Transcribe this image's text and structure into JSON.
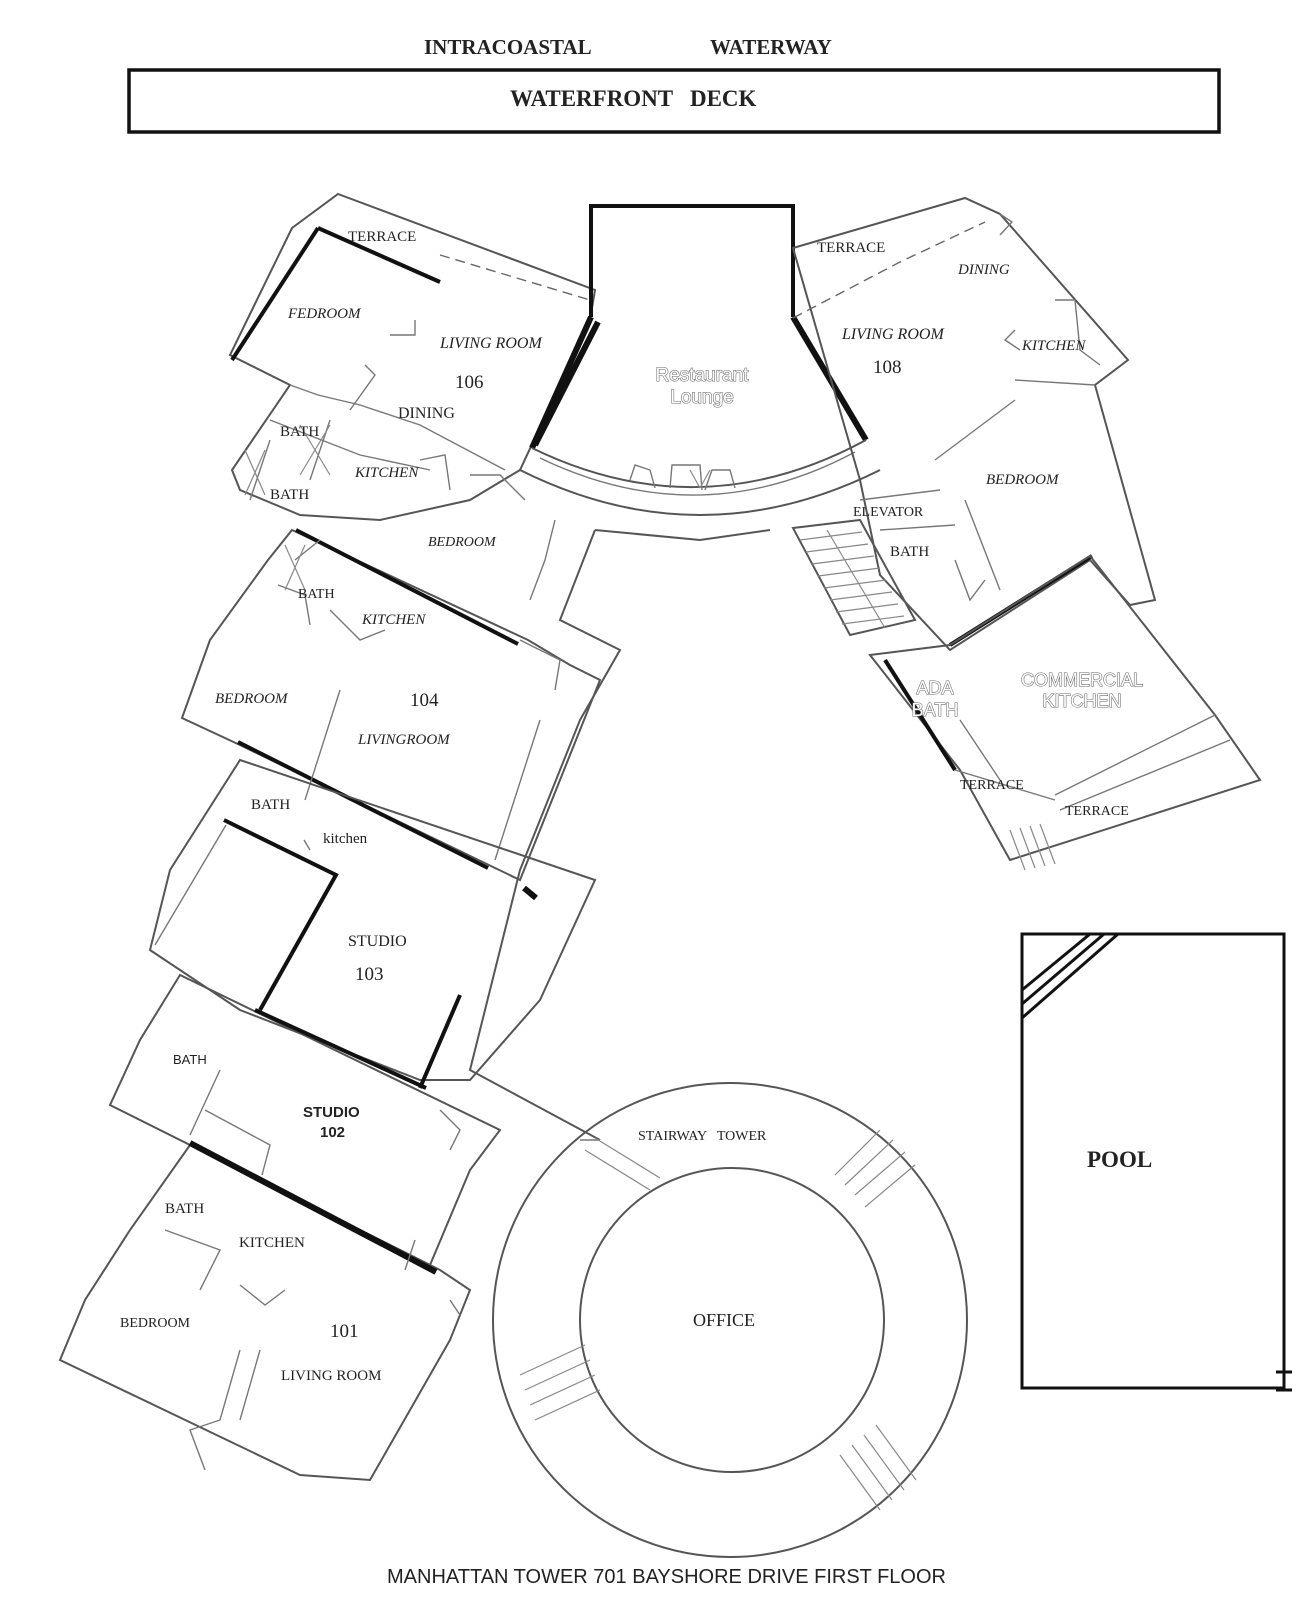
{
  "header": {
    "waterway_left": "INTRACOASTAL",
    "waterway_right": "WATERWAY",
    "deck": "WATERFRONT   DECK"
  },
  "units": {
    "u106": {
      "terrace": "TERRACE",
      "bedroom": "FEDROOM",
      "living": "LIVING ROOM",
      "number": "106",
      "dining": "DINING",
      "bath1": "BATH",
      "bath2": "BATH",
      "kitchen": "KITCHEN",
      "bedroom2": "BEDROOM"
    },
    "lounge": {
      "line1": "Restaurant",
      "line2": "Lounge"
    },
    "u108": {
      "terrace": "TERRACE",
      "dining": "DINING",
      "living": "LIVING ROOM",
      "number": "108",
      "kitchen": "KITCHEN",
      "bedroom": "BEDROOM",
      "elevator": "ELEVATOR",
      "bath": "BATH"
    },
    "commercial": {
      "line1": "COMMERCIAL",
      "line2": "KITCHEN"
    },
    "ada": {
      "line1": "ADA",
      "line2": "BATH"
    },
    "east_terrace1": "TERRACE",
    "east_terrace2": "TERRACE",
    "u104": {
      "bath": "BATH",
      "kitchen": "KITCHEN",
      "bedroom": "BEDROOM",
      "number": "104",
      "living": "LIVINGROOM"
    },
    "u103": {
      "bath": "BATH",
      "kitchen": "kitchen",
      "studio": "STUDIO",
      "number": "103"
    },
    "u102": {
      "bath": "BATH",
      "studio": "STUDIO",
      "number": "102"
    },
    "u101": {
      "bath": "BATH",
      "kitchen": "KITCHEN",
      "bedroom": "BEDROOM",
      "number": "101",
      "living": "LIVING ROOM"
    },
    "tower": {
      "stair": "STAIRWAY   TOWER",
      "office": "OFFICE"
    },
    "pool": "POOL"
  },
  "footer": "MANHATTAN TOWER 701 BAYSHORE DRIVE FIRST FLOOR"
}
